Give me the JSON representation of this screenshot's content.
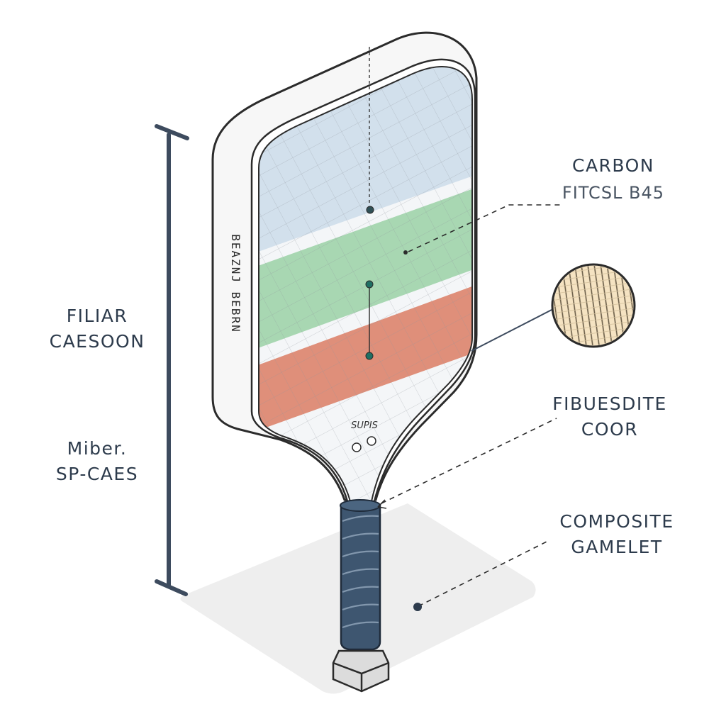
{
  "labels": {
    "left_top": [
      "FILIAR",
      "CAESOON"
    ],
    "left_bottom": [
      "Miber.",
      "SP-CAES"
    ],
    "carbon": "CARBON",
    "carbon_code": "FITCSL B45",
    "core": [
      "FIBUESDITE",
      "COOR"
    ],
    "composite": [
      "COMPOSITE",
      "GAMELET"
    ],
    "edge_text": "BEAZNJ BEBRN",
    "face_text": "SUPIS"
  },
  "colors": {
    "outline": "#2b2b2b",
    "edge_guard": "#f7f7f7",
    "band_blue": "#d2e0ec",
    "band_green": "#a8d7b2",
    "band_red": "#df8f7a",
    "grip": "#3e5670",
    "dimension_bar": "#3d4b5e",
    "swatch": "#f5e3c2",
    "floor": "#ececec"
  }
}
